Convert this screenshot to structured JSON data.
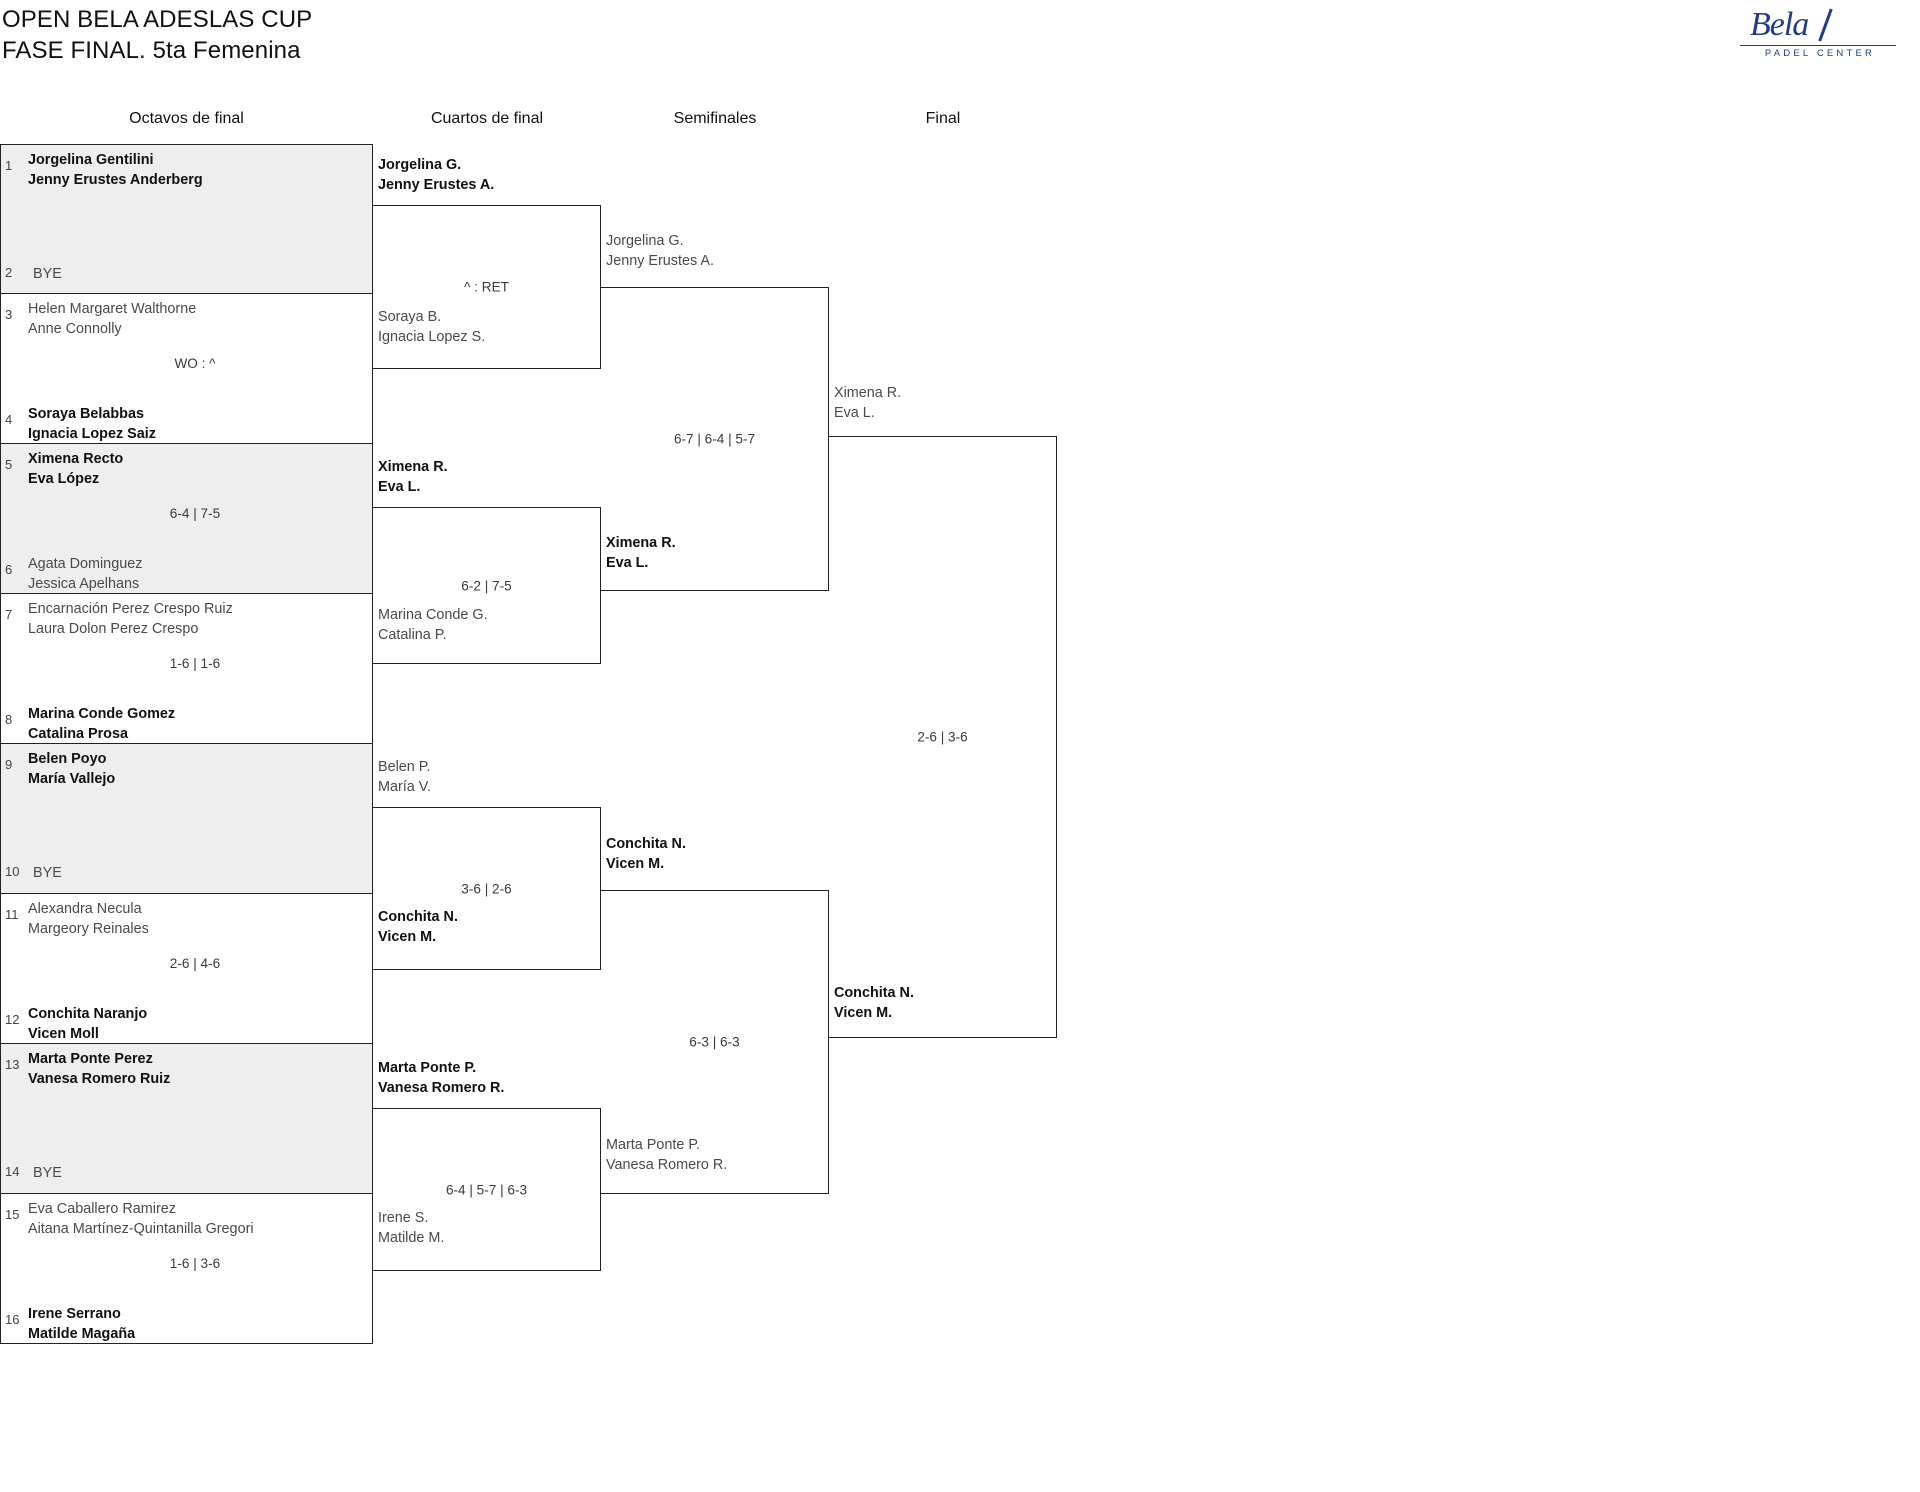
{
  "header": {
    "title": "OPEN BELA ADESLAS CUP\nFASE FINAL. 5ta Femenina",
    "logo_mark": "Bela",
    "logo_sub": "PADEL CENTER"
  },
  "rounds": [
    {
      "label": "Octavos de final"
    },
    {
      "label": "Cuartos de final"
    },
    {
      "label": "Semifinales"
    },
    {
      "label": "Final"
    }
  ],
  "r16": [
    {
      "seed_top": "1",
      "top": "Jorgelina Gentilini\nJenny Erustes Anderberg",
      "top_state": "win",
      "seed_bot": "2",
      "bot": "BYE",
      "bot_state": "bye",
      "score": ""
    },
    {
      "seed_top": "3",
      "top": "Helen Margaret Walthorne\nAnne Connolly",
      "top_state": "lose",
      "seed_bot": "4",
      "bot": "Soraya Belabbas\nIgnacia Lopez Saiz",
      "bot_state": "win",
      "score": "WO : ^"
    },
    {
      "seed_top": "5",
      "top": "Ximena Recto\nEva López",
      "top_state": "win",
      "seed_bot": "6",
      "bot": "Agata Dominguez\nJessica Apelhans",
      "bot_state": "lose",
      "score": "6-4 | 7-5"
    },
    {
      "seed_top": "7",
      "top": "Encarnación Perez Crespo Ruiz\nLaura Dolon Perez Crespo",
      "top_state": "lose",
      "seed_bot": "8",
      "bot": "Marina Conde Gomez\nCatalina Prosa",
      "bot_state": "win",
      "score": "1-6 | 1-6"
    },
    {
      "seed_top": "9",
      "top": "Belen Poyo\nMaría Vallejo",
      "top_state": "win",
      "seed_bot": "10",
      "bot": "BYE",
      "bot_state": "bye",
      "score": ""
    },
    {
      "seed_top": "11",
      "top": "Alexandra Necula\nMargeory Reinales",
      "top_state": "lose",
      "seed_bot": "12",
      "bot": "Conchita Naranjo\nVicen Moll",
      "bot_state": "win",
      "score": "2-6 | 4-6"
    },
    {
      "seed_top": "13",
      "top": "Marta Ponte Perez\nVanesa Romero Ruiz",
      "top_state": "win",
      "seed_bot": "14",
      "bot": "BYE",
      "bot_state": "bye",
      "score": ""
    },
    {
      "seed_top": "15",
      "top": "Eva Caballero Ramirez\nAitana Martínez-Quintanilla Gregori",
      "top_state": "lose",
      "seed_bot": "16",
      "bot": "Irene Serrano\nMatilde Magaña",
      "bot_state": "win",
      "score": "1-6 | 3-6"
    }
  ],
  "qf": [
    {
      "top": "Jorgelina G.\nJenny Erustes A.",
      "top_state": "win",
      "bot": "Soraya B.\nIgnacia Lopez S.",
      "bot_state": "lose",
      "score": "^ : RET"
    },
    {
      "top": "Ximena R.\nEva L.",
      "top_state": "win",
      "bot": "Marina Conde G.\nCatalina P.",
      "bot_state": "lose",
      "score": "6-2 | 7-5"
    },
    {
      "top": "Belen P.\nMaría V.",
      "top_state": "lose",
      "bot": "Conchita N.\nVicen M.",
      "bot_state": "win",
      "score": "3-6 | 2-6"
    },
    {
      "top": "Marta Ponte P.\nVanesa Romero R.",
      "top_state": "win",
      "bot": "Irene S.\nMatilde M.",
      "bot_state": "lose",
      "score": "6-4 | 5-7 | 6-3"
    }
  ],
  "sf": [
    {
      "top": "Jorgelina G.\nJenny Erustes A.",
      "top_state": "lose",
      "bot": "Ximena R.\nEva L.",
      "bot_state": "win",
      "score": "6-7 | 6-4 | 5-7"
    },
    {
      "top": "Conchita N.\nVicen M.",
      "top_state": "win",
      "bot": "Marta Ponte P.\nVanesa Romero R.",
      "bot_state": "lose",
      "score": "6-3 | 6-3"
    }
  ],
  "final": {
    "top": "Ximena R.\nEva L.",
    "top_state": "lose",
    "bot": "Conchita N.\nVicen M.",
    "bot_state": "win",
    "score": "2-6 | 3-6"
  }
}
